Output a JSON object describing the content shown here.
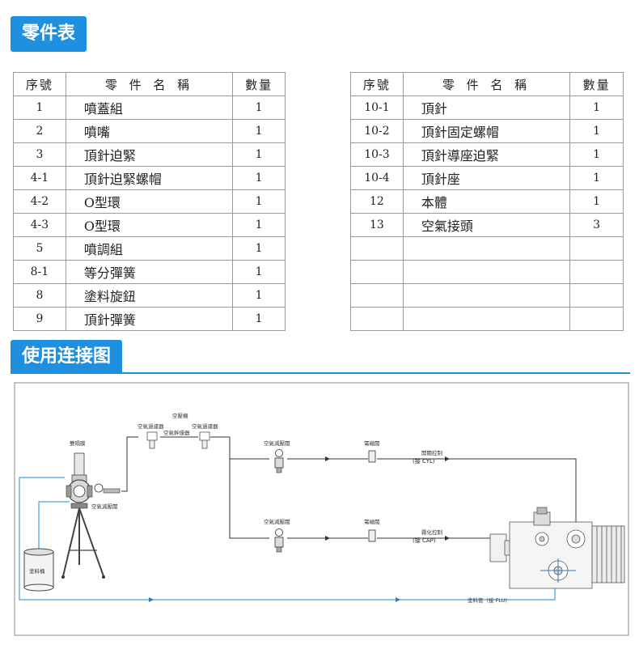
{
  "sections": {
    "parts_title": "零件表",
    "connection_title": "使用连接图"
  },
  "table_left": {
    "headers": [
      "序號",
      "零 件 名 稱",
      "數量"
    ],
    "rows": [
      {
        "no": "1",
        "name": "噴蓋組",
        "qty": "1"
      },
      {
        "no": "2",
        "name": "噴嘴",
        "qty": "1"
      },
      {
        "no": "3",
        "name": "頂針迫緊",
        "qty": "1"
      },
      {
        "no": "4-1",
        "name": "頂針迫緊螺帽",
        "qty": "1"
      },
      {
        "no": "4-2",
        "name": "O型環",
        "qty": "1"
      },
      {
        "no": "4-3",
        "name": "O型環",
        "qty": "1"
      },
      {
        "no": "5",
        "name": "噴調組",
        "qty": "1"
      },
      {
        "no": "8-1",
        "name": "等分彈簧",
        "qty": "1"
      },
      {
        "no": "8",
        "name": "塗料旋鈕",
        "qty": "1"
      },
      {
        "no": "9",
        "name": "頂針彈簧",
        "qty": "1"
      }
    ]
  },
  "table_right": {
    "headers": [
      "序號",
      "零 件 名 稱",
      "數量"
    ],
    "rows": [
      {
        "no": "10-1",
        "name": "頂針",
        "qty": "1"
      },
      {
        "no": "10-2",
        "name": "頂針固定螺帽",
        "qty": "1"
      },
      {
        "no": "10-3",
        "name": "頂針導座迫緊",
        "qty": "1"
      },
      {
        "no": "10-4",
        "name": "頂針座",
        "qty": "1"
      },
      {
        "no": "12",
        "name": "本體",
        "qty": "1"
      },
      {
        "no": "13",
        "name": "空氣接頭",
        "qty": "3"
      },
      {
        "no": "",
        "name": "",
        "qty": ""
      },
      {
        "no": "",
        "name": "",
        "qty": ""
      },
      {
        "no": "",
        "name": "",
        "qty": ""
      },
      {
        "no": "",
        "name": "",
        "qty": ""
      }
    ]
  },
  "diagram_labels": {
    "compressor": "空壓機",
    "air_filter_1": "空氣過濾器",
    "air_filter_2": "空氣過濾器",
    "air_dryer": "空氣幹燥器",
    "diaphragm_pump": "雙隔膜",
    "pump_regulator": "空氣減壓閥",
    "paint_bucket": "塗料桶",
    "regulator_upper": "空氣減壓閥",
    "regulator_lower": "空氣減壓閥",
    "solenoid_upper": "電磁閥",
    "solenoid_lower": "電磁閥",
    "switch_control": "開關控制",
    "connect_cyl": "(接 CYL)",
    "atomize_control": "霧化控制",
    "connect_cap": "(接 CAP)",
    "paint_pipe": "塗料管（接 FLU)"
  },
  "colors": {
    "accent": "#1f8fe0",
    "paint_line": "#4a9fdb",
    "air_line": "#333333"
  }
}
